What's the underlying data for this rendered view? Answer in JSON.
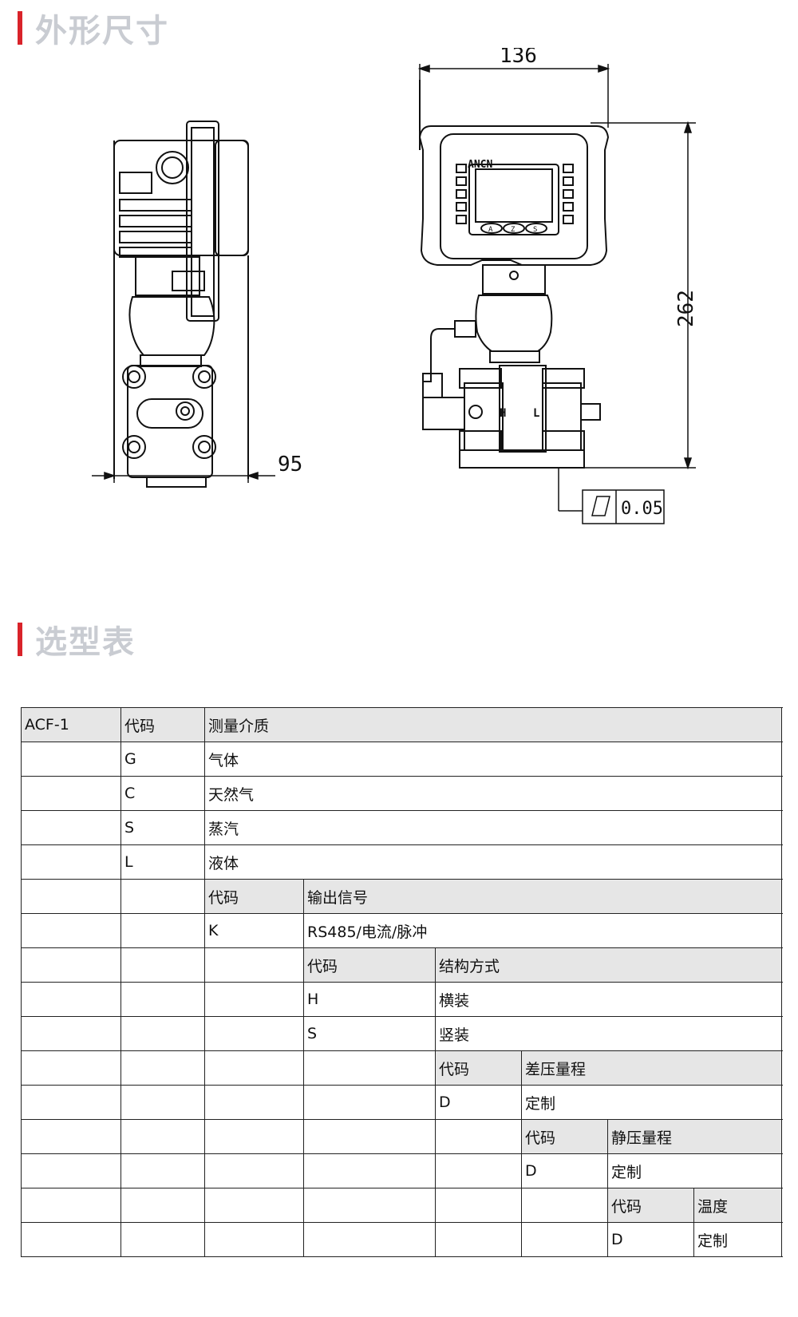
{
  "sections": {
    "dimensions_title": "外形尺寸",
    "selection_title": "选型表"
  },
  "drawing": {
    "brand": "ANCN",
    "button_labels": [
      "A",
      "Z",
      "S"
    ],
    "port_labels": [
      "H",
      "L"
    ],
    "dim_width_front": "136",
    "dim_height": "262",
    "dim_width_side": "95",
    "flatness_tolerance": "0.05",
    "flatness_symbol": "parallelogram-icon"
  },
  "table": {
    "columns": 9,
    "rows": [
      {
        "indent": 0,
        "cells": [
          {
            "text": "ACF-1",
            "header": true
          },
          {
            "text": "代码",
            "header": true
          },
          {
            "text": "测量介质",
            "header": true
          }
        ]
      },
      {
        "indent": 1,
        "cells": [
          {
            "text": "G"
          },
          {
            "text": "气体"
          }
        ]
      },
      {
        "indent": 1,
        "cells": [
          {
            "text": "C"
          },
          {
            "text": "天然气"
          }
        ]
      },
      {
        "indent": 1,
        "cells": [
          {
            "text": "S"
          },
          {
            "text": "蒸汽"
          }
        ]
      },
      {
        "indent": 1,
        "cells": [
          {
            "text": "L"
          },
          {
            "text": "液体"
          }
        ]
      },
      {
        "indent": 2,
        "cells": [
          {
            "text": "代码",
            "header": true
          },
          {
            "text": "输出信号",
            "header": true
          }
        ]
      },
      {
        "indent": 2,
        "cells": [
          {
            "text": "K"
          },
          {
            "text": "RS485/电流/脉冲"
          }
        ]
      },
      {
        "indent": 3,
        "cells": [
          {
            "text": "代码",
            "header": true
          },
          {
            "text": "结构方式",
            "header": true
          }
        ]
      },
      {
        "indent": 3,
        "cells": [
          {
            "text": "H"
          },
          {
            "text": "横装"
          }
        ]
      },
      {
        "indent": 3,
        "cells": [
          {
            "text": "S"
          },
          {
            "text": "竖装"
          }
        ]
      },
      {
        "indent": 4,
        "cells": [
          {
            "text": "代码",
            "header": true
          },
          {
            "text": "差压量程",
            "header": true
          }
        ]
      },
      {
        "indent": 4,
        "cells": [
          {
            "text": "D"
          },
          {
            "text": "定制"
          }
        ]
      },
      {
        "indent": 5,
        "cells": [
          {
            "text": "代码",
            "header": true
          },
          {
            "text": "静压量程",
            "header": true
          }
        ]
      },
      {
        "indent": 5,
        "cells": [
          {
            "text": "D"
          },
          {
            "text": "定制"
          }
        ]
      },
      {
        "indent": 6,
        "cells": [
          {
            "text": "代码",
            "header": true
          },
          {
            "text": "温度",
            "header": true
          }
        ]
      },
      {
        "indent": 6,
        "cells": [
          {
            "text": "D"
          },
          {
            "text": "定制"
          }
        ]
      }
    ]
  }
}
